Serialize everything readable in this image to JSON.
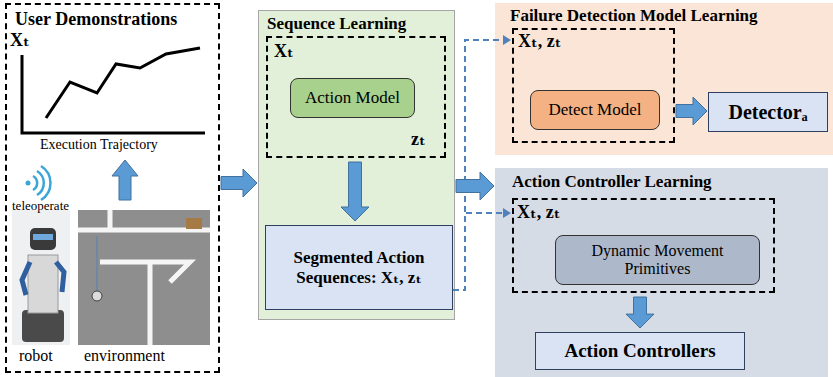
{
  "diagram": {
    "nodes": [
      {
        "text": [
          "User Demonstrations"
        ]
      },
      {
        "text": [
          "Sequence Learning"
        ]
      },
      {
        "text": [
          "Xₜ",
          "zₜ"
        ],
        "in": 1
      },
      {
        "text": [
          "Action Model"
        ],
        "in": 2
      },
      {
        "text": [
          "Segmented Action Sequences: Xₜ, zₜ"
        ],
        "in": 1
      },
      {
        "text": [
          "Failure Detection Model Learning"
        ]
      },
      {
        "text": [
          "Xₜ, zₜ"
        ],
        "in": 5
      },
      {
        "text": [
          "Detect Model"
        ],
        "in": 6
      },
      {
        "text": [
          "Detectorₐ"
        ],
        "in": 5
      },
      {
        "text": [
          "Action Controller Learning"
        ]
      },
      {
        "text": [
          "Xₜ, zₜ"
        ],
        "in": 9
      },
      {
        "text": [
          "Dynamic Movement Primitives"
        ],
        "in": 10
      },
      {
        "text": [
          "Action Controllers"
        ],
        "in": 9
      }
    ],
    "edges": [
      {
        "from": 0,
        "to": 1,
        "arrow": "to"
      },
      {
        "from": 2,
        "to": 4,
        "arrow": "to"
      },
      {
        "from": 4,
        "to": 6,
        "arrow": "to"
      },
      {
        "from": 4,
        "to": 10,
        "arrow": "to"
      },
      {
        "from": 1,
        "to": 9,
        "arrow": "to"
      },
      {
        "from": 6,
        "to": 8,
        "arrow": "to"
      },
      {
        "from": 10,
        "to": 12,
        "arrow": "to"
      }
    ],
    "labels": [
      "Xₜ",
      "Execution Trajectory",
      "teleoperate",
      "robot",
      "environment"
    ]
  }
}
